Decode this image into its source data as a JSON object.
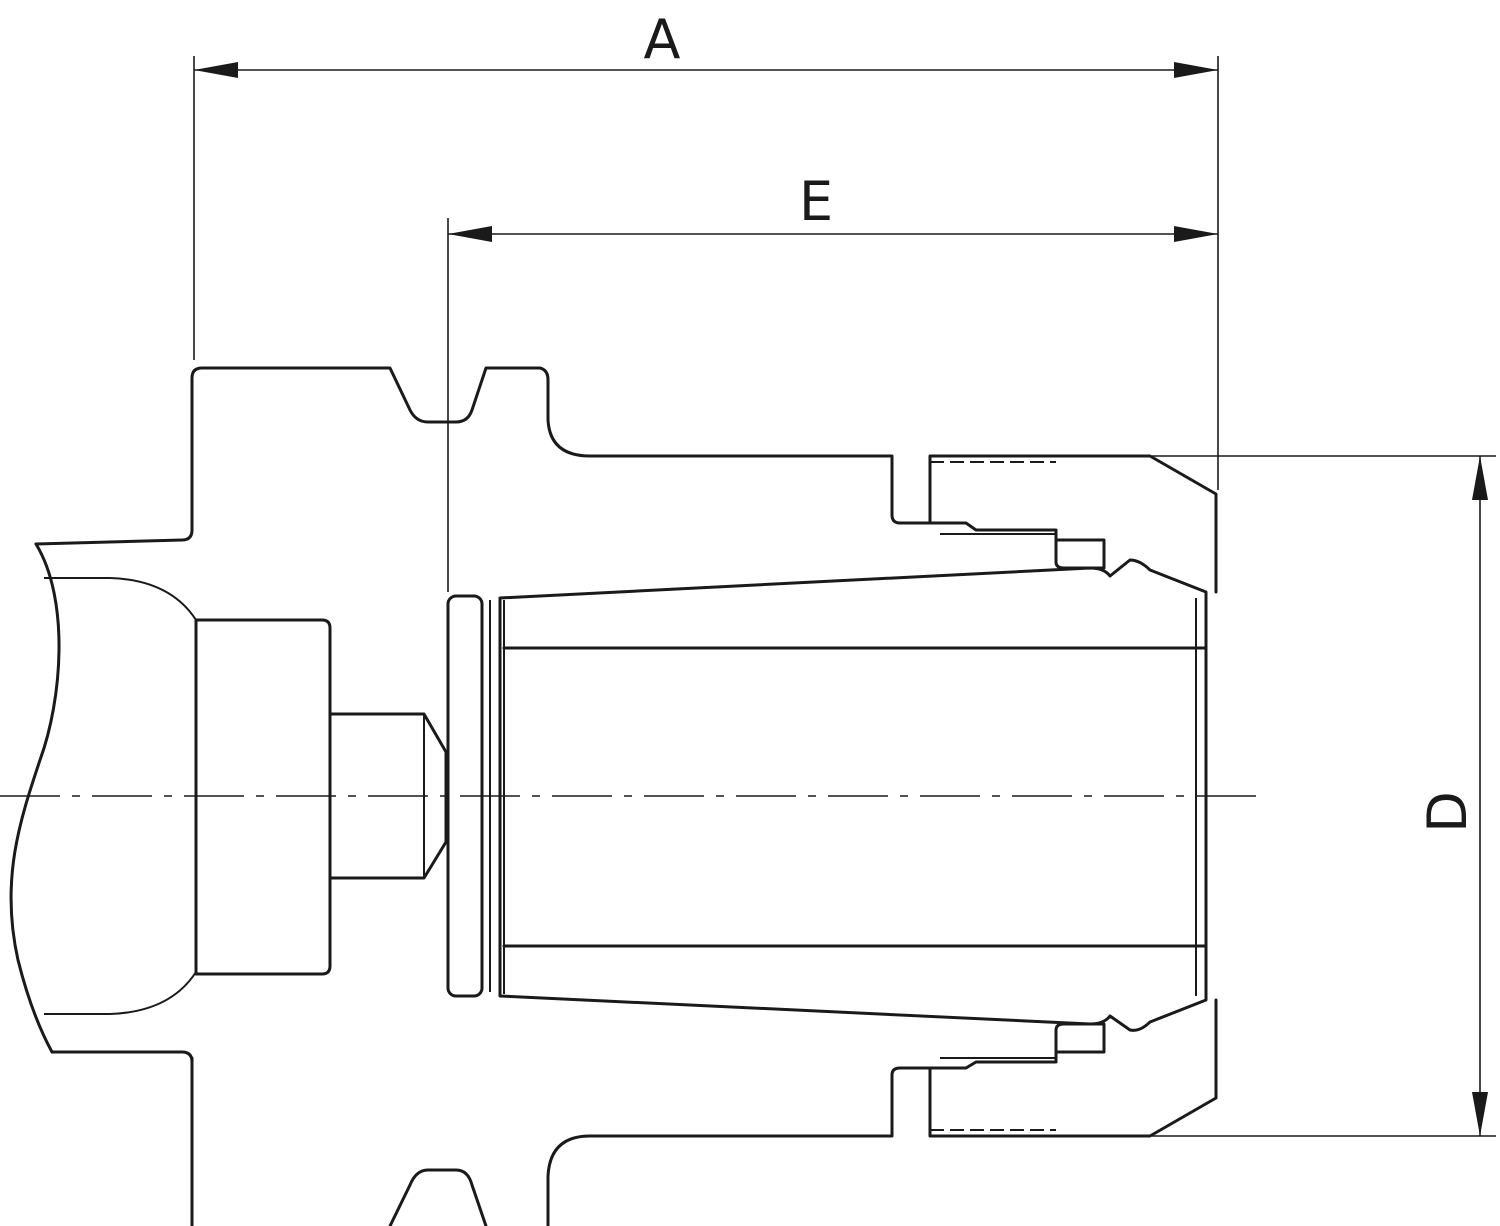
{
  "dimensions": {
    "a": "A",
    "e": "E",
    "d": "D"
  },
  "colors": {
    "line": "#1a1a1a",
    "background": "#ffffff"
  }
}
